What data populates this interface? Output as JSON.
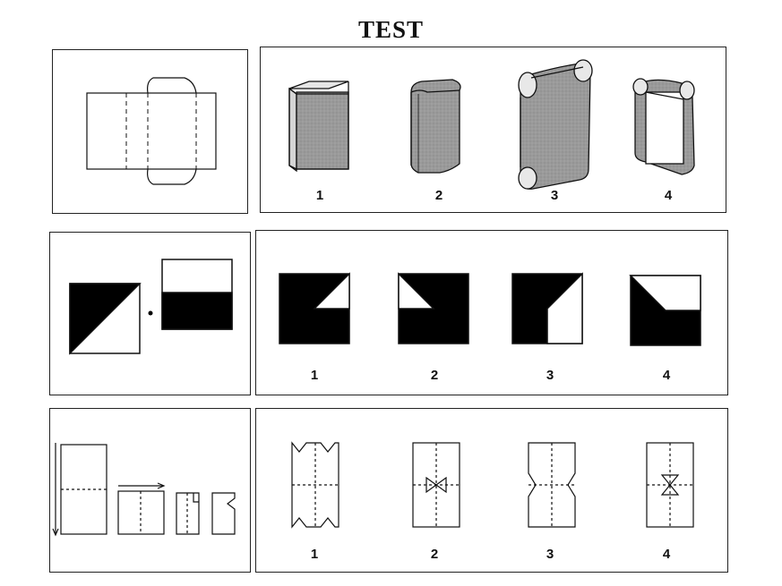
{
  "title": "TEST",
  "rows": [
    {
      "id": "box-net",
      "options": [
        {
          "label": "1"
        },
        {
          "label": "2"
        },
        {
          "label": "3"
        },
        {
          "label": "4"
        }
      ]
    },
    {
      "id": "square-overlay",
      "options": [
        {
          "label": "1"
        },
        {
          "label": "2"
        },
        {
          "label": "3"
        },
        {
          "label": "4"
        }
      ]
    },
    {
      "id": "paper-fold",
      "options": [
        {
          "label": "1"
        },
        {
          "label": "2"
        },
        {
          "label": "3"
        },
        {
          "label": "4"
        }
      ]
    }
  ],
  "colors": {
    "ink": "#111111",
    "shade": "#9a9a9a",
    "shade_dark": "#7e7e7e",
    "paper": "#ffffff"
  }
}
